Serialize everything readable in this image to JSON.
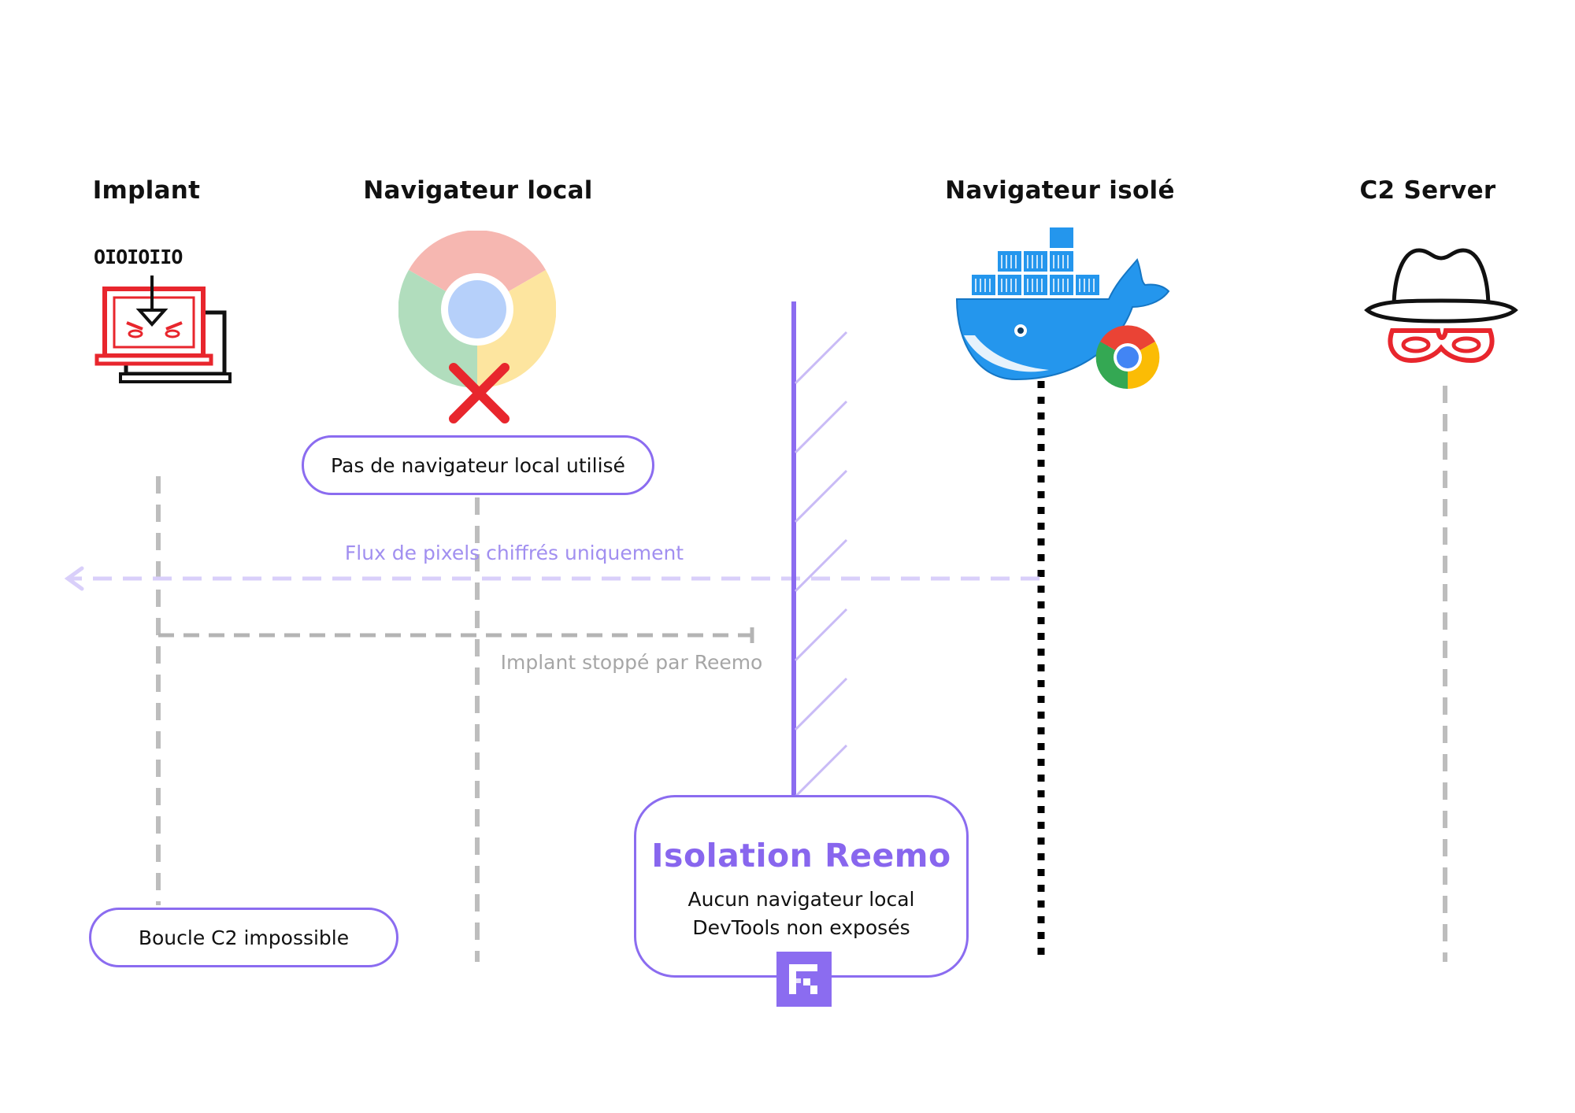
{
  "actors": {
    "implant": {
      "title": "Implant",
      "binary_text": "OIOIOIIO",
      "icon": "infected-laptop-icon"
    },
    "local_browser": {
      "title": "Navigateur local",
      "icon": "chrome-icon",
      "blocked_mark": "red-cross-icon"
    },
    "isolated_browser": {
      "title": "Navigateur isolé",
      "icon": "docker-chrome-icon"
    },
    "c2_server": {
      "title": "C2 Server",
      "icon": "hacker-hat-mask-icon"
    }
  },
  "notes": {
    "no_local_browser": "Pas de navigateur local utilisé",
    "c2_loop": "Boucle C2 impossible"
  },
  "flows": {
    "pixel_stream": "Flux de pixels chiffrés uniquement",
    "implant_stopped": "Implant stoppé par Reemo"
  },
  "reemo": {
    "title": "Isolation Reemo",
    "line1": "Aucun navigateur local",
    "line2": "DevTools non exposés",
    "icon": "reemo-logo-icon"
  },
  "colors": {
    "accent": "#8b6cf0",
    "threat": "#e8262d",
    "docker": "#2496ed",
    "lifeline": "#bdbdbd"
  }
}
